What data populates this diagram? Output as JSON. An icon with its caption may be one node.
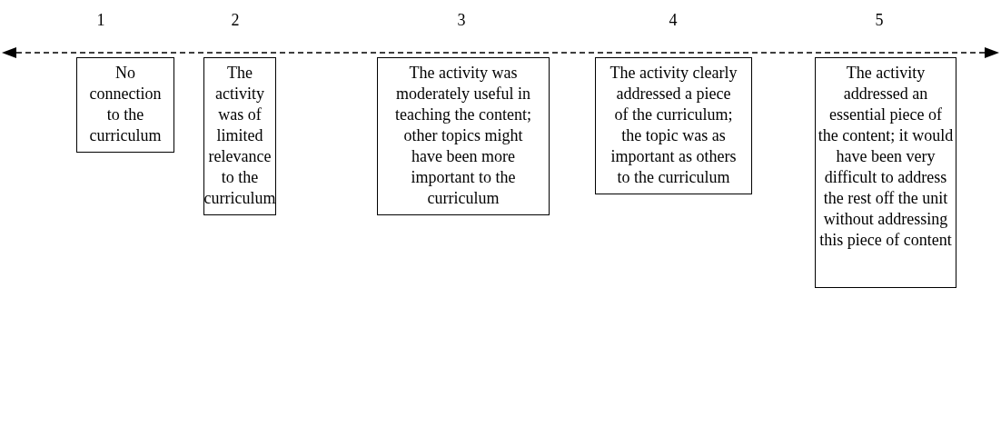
{
  "diagram": {
    "nodes": [
      {
        "text": [
          "No connection to the curriculum"
        ]
      },
      {
        "text": [
          "The activity was of limited relevance to the curriculum"
        ]
      },
      {
        "text": [
          "The activity was moderately useful in teaching the content; other topics might have been more important to the curriculum"
        ]
      },
      {
        "text": [
          "The activity clearly addressed a piece of the curriculum; the topic was as important as others to the curriculum"
        ]
      },
      {
        "text": [
          "The activity addressed an essential piece of the content; it would have been very difficult to address the rest off the unit without addressing this piece of content"
        ]
      }
    ],
    "edges": [],
    "labels": [
      "1",
      "2",
      "3",
      "4",
      "5"
    ]
  }
}
